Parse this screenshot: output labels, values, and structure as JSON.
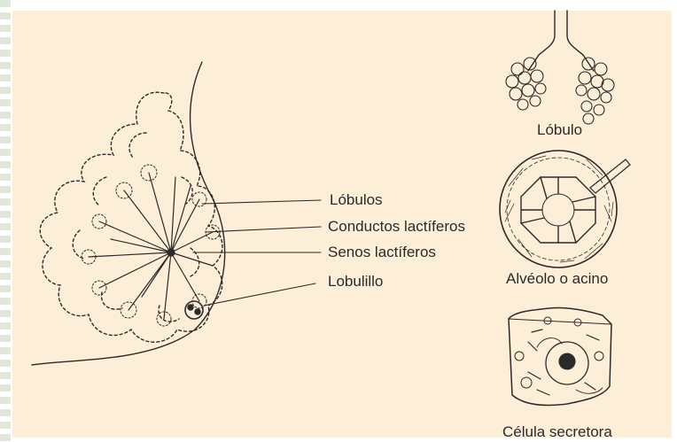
{
  "labels": {
    "lobulos": "Lóbulos",
    "conductos": "Conductos lactíferos",
    "senos": "Senos lactíferos",
    "lobulillo": "Lobulillo",
    "lobulo": "Lóbulo",
    "alveolo": "Alvéolo o acino",
    "celula": "Célula secretora"
  },
  "colors": {
    "background": "#fdefd7",
    "ink": "#2a2a2a"
  }
}
